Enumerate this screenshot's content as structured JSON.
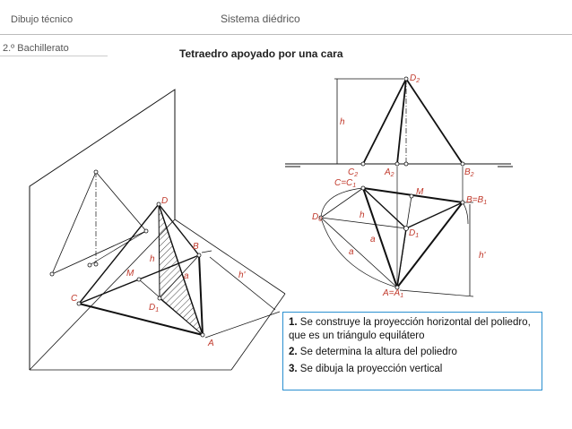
{
  "header": {
    "course": "Dibujo técnico",
    "level": "2.º Bachillerato",
    "system": "Sistema diédrico",
    "problem_title": "Tetraedro apoyado por una cara"
  },
  "labels": {
    "D2": "D",
    "D2_sub": "2",
    "h_top": "h",
    "C2": "C",
    "C2_sub": "2",
    "A2": "A",
    "A2_sub": "2",
    "B2": "B",
    "B2_sub": "2",
    "CC1": "C=C",
    "CC1_sub": "1",
    "M_plan": "M",
    "BB1": "B=B",
    "BB1_sub": "1",
    "D0": "D",
    "D0_sub": "0",
    "h_plan": "h",
    "D1_plan": "D",
    "D1_plan_sub": "1",
    "a_plan1": "a",
    "a_plan2": "a",
    "h_prime_plan": "h'",
    "AA1": "A=A",
    "AA1_sub": "1",
    "D_persp": "D",
    "B_persp": "B",
    "h_persp": "h",
    "M_persp": "M",
    "a_persp": "a",
    "h_prime_persp": "h'",
    "C_persp": "C",
    "D1_persp": "D",
    "D1_persp_sub": "1",
    "A_persp": "A"
  },
  "steps": [
    {
      "num": "1.",
      "text": " Se construye la proyección horizontal del poliedro, que es un triángulo equilátero"
    },
    {
      "num": "2.",
      "text": " Se determina la altura del poliedro"
    },
    {
      "num": "3.",
      "text": " Se dibuja la proyección vertical"
    }
  ],
  "colors": {
    "line": "#111111",
    "label": "#c0392b",
    "frame": "#2a8fd0"
  }
}
